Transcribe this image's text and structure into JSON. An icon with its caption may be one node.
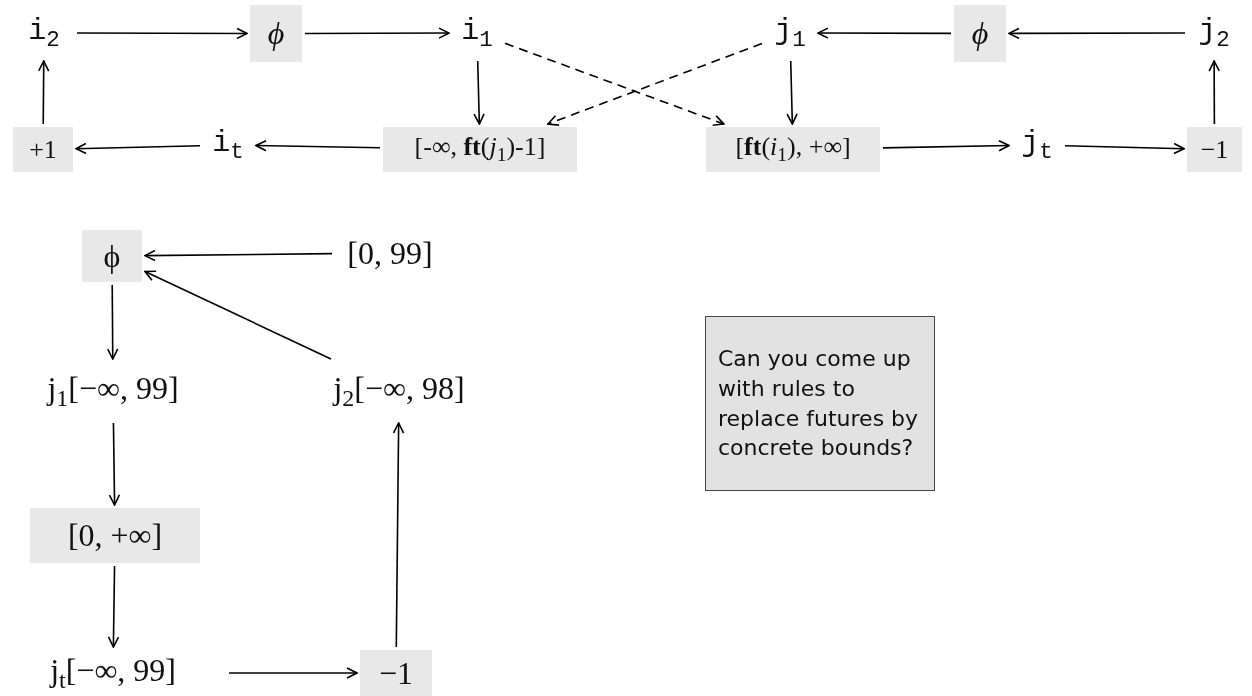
{
  "diagram": {
    "nodes": [
      {
        "text": [
          "i$_{2}$"
        ]
      },
      {
        "text": [
          "ϕ"
        ]
      },
      {
        "text": [
          "i$_{1}$"
        ]
      },
      {
        "text": [
          "j$_{1}$"
        ]
      },
      {
        "text": [
          "ϕ"
        ]
      },
      {
        "text": [
          "j$_{2}$"
        ]
      },
      {
        "text": [
          "+1"
        ]
      },
      {
        "text": [
          "i$_{t}$"
        ]
      },
      {
        "text": [
          "[-∞, **ft**(*j*$_{1}$)-1]"
        ]
      },
      {
        "text": [
          "[**ft**(*i*$_{1}$), +∞]"
        ]
      },
      {
        "text": [
          "j$_{t}$"
        ]
      },
      {
        "text": [
          "−1"
        ]
      },
      {
        "text": [
          "ϕ"
        ]
      },
      {
        "text": [
          "[0, 99]"
        ]
      },
      {
        "text": [
          "j$_{1}$[−∞, 99]"
        ]
      },
      {
        "text": [
          "j$_{2}$[−∞, 98]"
        ]
      },
      {
        "text": [
          "[0, +∞]"
        ]
      },
      {
        "text": [
          "j$_{t}$[−∞, 99]"
        ]
      },
      {
        "text": [
          "−1"
        ]
      },
      {
        "text": [
          "Can you come up with rules to replace futures by concrete bounds?"
        ]
      }
    ],
    "edges": [
      {
        "from": 0,
        "to": 1,
        "arrow": "to"
      },
      {
        "from": 1,
        "to": 2,
        "arrow": "to"
      },
      {
        "from": 2,
        "to": 8,
        "arrow": "to"
      },
      {
        "from": 2,
        "to": 9,
        "arrow": "to",
        "style": "dashed"
      },
      {
        "from": 3,
        "to": 8,
        "arrow": "to",
        "style": "dashed"
      },
      {
        "from": 3,
        "to": 9,
        "arrow": "to"
      },
      {
        "from": 5,
        "to": 4,
        "arrow": "to"
      },
      {
        "from": 4,
        "to": 3,
        "arrow": "to"
      },
      {
        "from": 8,
        "to": 7,
        "arrow": "to"
      },
      {
        "from": 7,
        "to": 6,
        "arrow": "to"
      },
      {
        "from": 6,
        "to": 0,
        "arrow": "to"
      },
      {
        "from": 9,
        "to": 10,
        "arrow": "to"
      },
      {
        "from": 10,
        "to": 11,
        "arrow": "to"
      },
      {
        "from": 11,
        "to": 5,
        "arrow": "to"
      },
      {
        "from": 13,
        "to": 12,
        "arrow": "to"
      },
      {
        "from": 15,
        "to": 12,
        "arrow": "to"
      },
      {
        "from": 12,
        "to": 14,
        "arrow": "to"
      },
      {
        "from": 14,
        "to": 16,
        "arrow": "to"
      },
      {
        "from": 16,
        "to": 17,
        "arrow": "to"
      },
      {
        "from": 17,
        "to": 18,
        "arrow": "to"
      },
      {
        "from": 18,
        "to": 15,
        "arrow": "to"
      }
    ]
  }
}
